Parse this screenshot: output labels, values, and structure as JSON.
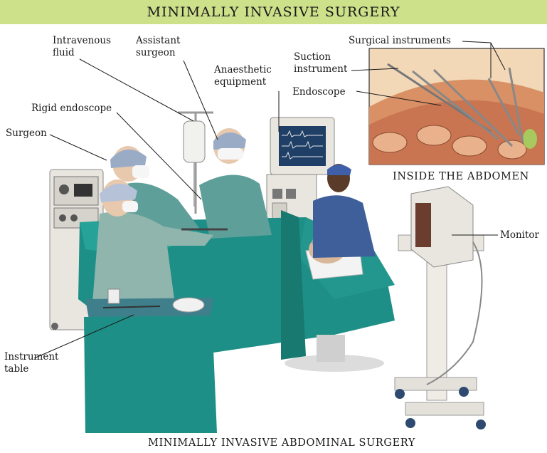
{
  "title": "MINIMALLY INVASIVE SURGERY",
  "labels": {
    "intravenous_fluid": "Intravenous\nfluid",
    "assistant_surgeon": "Assistant\nsurgeon",
    "anaesthetic_equipment": "Anaesthetic\nequipment",
    "suction_instrument": "Suction\ninstrument",
    "surgical_instruments": "Surgical instruments",
    "endoscope": "Endoscope",
    "rigid_endoscope": "Rigid endoscope",
    "surgeon": "Surgeon",
    "monitor": "Monitor",
    "instrument_table": "Instrument\ntable"
  },
  "inset_caption": "INSIDE THE ABDOMEN",
  "bottom_caption": "MINIMALLY INVASIVE ABDOMINAL SURGERY",
  "colors": {
    "banner": "#cde08a",
    "drape": "#1e8f86",
    "gown": "#8fb5ad",
    "scrub_blue": "#3e5f9a",
    "equipment": "#e9e6df",
    "tissue": "#d99064"
  }
}
